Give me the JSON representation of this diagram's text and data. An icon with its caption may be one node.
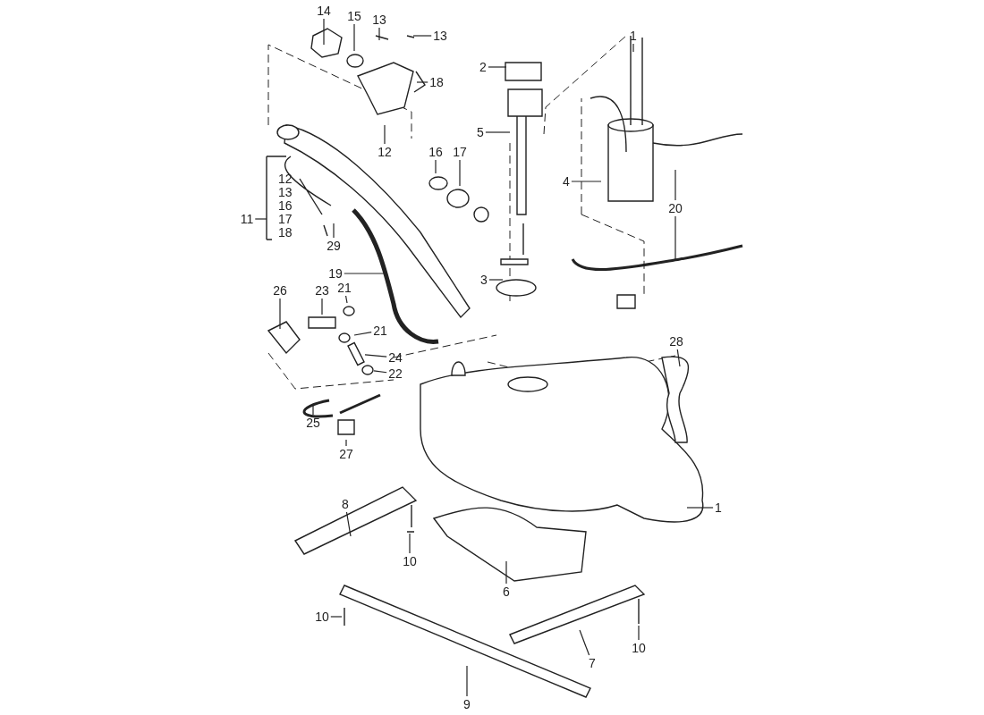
{
  "diagram": {
    "nodes": [
      {
        "text": [
          "14"
        ]
      },
      {
        "text": [
          "15"
        ]
      },
      {
        "text": [
          "13"
        ]
      },
      {
        "text": [
          "13"
        ]
      },
      {
        "text": [
          "18"
        ]
      },
      {
        "text": [
          "12"
        ]
      },
      {
        "text": [
          "11"
        ]
      },
      {
        "text": [
          "29"
        ]
      },
      {
        "text": [
          "19"
        ]
      },
      {
        "text": [
          "2"
        ]
      },
      {
        "text": [
          "5"
        ]
      },
      {
        "text": [
          "16"
        ]
      },
      {
        "text": [
          "17"
        ]
      },
      {
        "text": [
          "1"
        ]
      },
      {
        "text": [
          "4"
        ]
      },
      {
        "text": [
          "20"
        ]
      },
      {
        "text": [
          "3"
        ]
      },
      {
        "text": [
          "26"
        ]
      },
      {
        "text": [
          "23"
        ]
      },
      {
        "text": [
          "21"
        ]
      },
      {
        "text": [
          "21"
        ]
      },
      {
        "text": [
          "24"
        ]
      },
      {
        "text": [
          "22"
        ]
      },
      {
        "text": [
          "25"
        ]
      },
      {
        "text": [
          "27"
        ]
      },
      {
        "text": [
          "28"
        ]
      },
      {
        "text": [
          "1"
        ]
      },
      {
        "text": [
          "8"
        ]
      },
      {
        "text": [
          "10"
        ]
      },
      {
        "text": [
          "6"
        ]
      },
      {
        "text": [
          "10"
        ]
      },
      {
        "text": [
          "7"
        ]
      },
      {
        "text": [
          "10"
        ]
      },
      {
        "text": [
          "9"
        ]
      },
      {
        "text": [],
        "shape": "box"
      },
      {
        "text": [],
        "shape": "circle"
      }
    ],
    "edges": [
      {
        "from": 0,
        "to": null,
        "arrow": "none"
      },
      {
        "from": 1,
        "to": null,
        "arrow": "none"
      },
      {
        "from": 2,
        "to": null,
        "arrow": "none"
      },
      {
        "from": 3,
        "to": null,
        "arrow": "none"
      },
      {
        "from": 4,
        "to": null,
        "arrow": "none"
      },
      {
        "from": 5,
        "to": null,
        "arrow": "none"
      },
      {
        "from": 6,
        "to": null,
        "arrow": "none"
      },
      {
        "from": 7,
        "to": null,
        "arrow": "none"
      },
      {
        "from": 8,
        "to": null,
        "arrow": "none"
      },
      {
        "from": 9,
        "to": null,
        "arrow": "none"
      },
      {
        "from": 10,
        "to": null,
        "arrow": "none"
      },
      {
        "from": 11,
        "to": null,
        "arrow": "none"
      },
      {
        "from": 12,
        "to": null,
        "arrow": "none"
      },
      {
        "from": 13,
        "to": null,
        "arrow": "none"
      },
      {
        "from": 14,
        "to": null,
        "arrow": "none"
      },
      {
        "from": 15,
        "to": null,
        "arrow": "none"
      },
      {
        "from": 15,
        "to": null,
        "arrow": "none"
      },
      {
        "from": 16,
        "to": null,
        "arrow": "none"
      },
      {
        "from": 17,
        "to": null,
        "arrow": "none"
      },
      {
        "from": 18,
        "to": null,
        "arrow": "none"
      },
      {
        "from": 19,
        "to": null,
        "arrow": "none"
      },
      {
        "from": 20,
        "to": null,
        "arrow": "none"
      },
      {
        "from": 21,
        "to": 34,
        "arrow": "none"
      },
      {
        "from": 22,
        "to": 35,
        "arrow": "none"
      },
      {
        "from": 23,
        "to": null,
        "arrow": "none"
      },
      {
        "from": 24,
        "to": null,
        "arrow": "none"
      },
      {
        "from": 25,
        "to": null,
        "arrow": "none"
      },
      {
        "from": 26,
        "to": null,
        "arrow": "none"
      },
      {
        "from": 27,
        "to": null,
        "arrow": "none"
      },
      {
        "from": 28,
        "to": null,
        "arrow": "none"
      },
      {
        "from": 29,
        "to": null,
        "arrow": "none"
      },
      {
        "from": 30,
        "to": null,
        "arrow": "none"
      },
      {
        "from": 31,
        "to": null,
        "arrow": "none"
      },
      {
        "from": 32,
        "to": null,
        "arrow": "none"
      },
      {
        "from": 33,
        "to": null,
        "arrow": "none"
      }
    ],
    "labels": [
      "12",
      "13",
      "16",
      "17",
      "18"
    ]
  }
}
